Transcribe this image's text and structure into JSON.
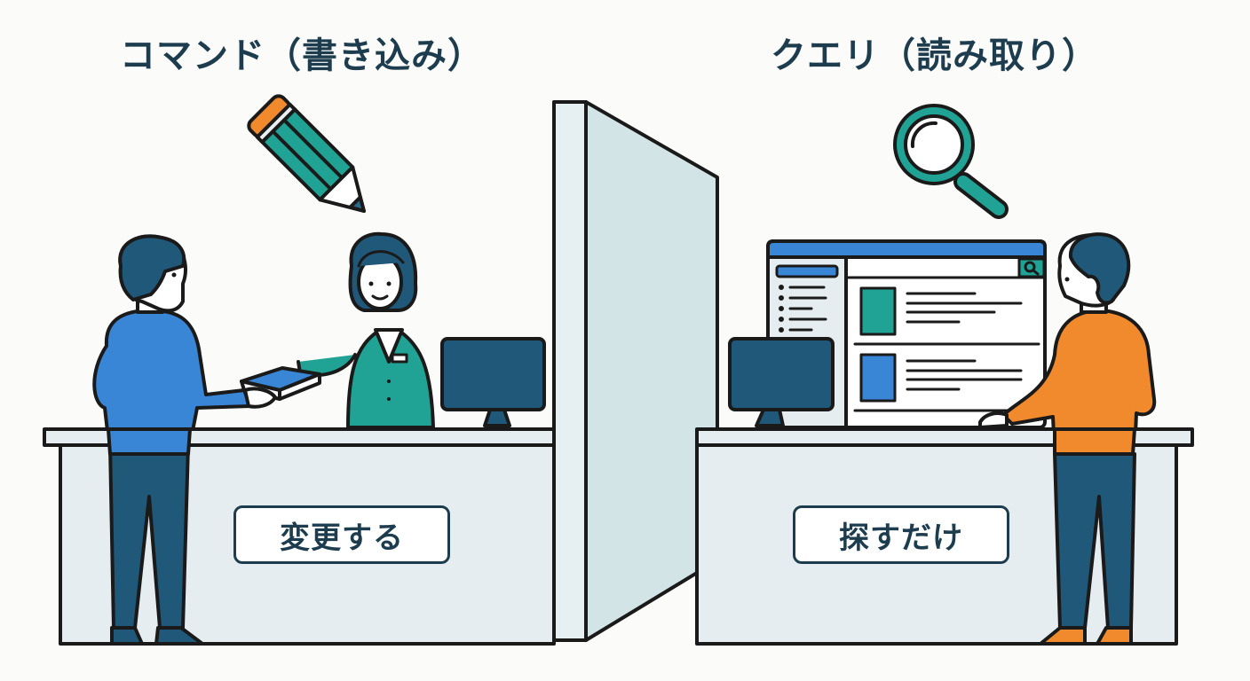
{
  "command": {
    "title": "コマンド（書き込み）",
    "sign_label": "変更する",
    "icon": "pencil-icon"
  },
  "query": {
    "title": "クエリ（読み取り）",
    "sign_label": "探すだけ",
    "icon": "magnifying-glass-icon"
  },
  "colors": {
    "background": "#fbfbfa",
    "outline": "#1a1a1a",
    "text": "#1d3c4e",
    "teal": "#20a394",
    "blue": "#3a86d6",
    "navy": "#20587a",
    "orange": "#f08a2c",
    "counter": "#e6edf0",
    "partition": "#d3e4e6"
  }
}
